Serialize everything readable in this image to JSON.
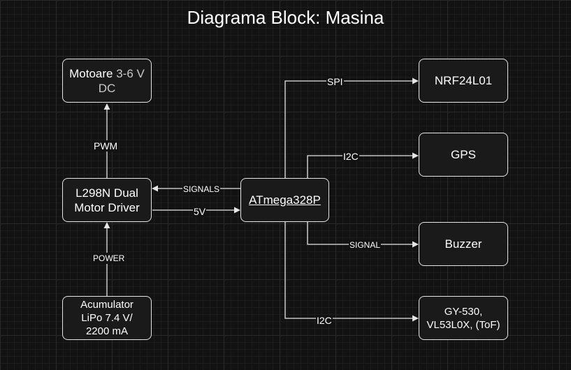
{
  "title": "Diagrama Block: Masina",
  "blocks": {
    "motors": {
      "line1a": "Motoare ",
      "line1b": "3-6 V",
      "line2": "DC"
    },
    "driver": {
      "line1": "L298N Dual",
      "line2": "Motor Driver"
    },
    "battery": {
      "line1": "Acumulator",
      "line2": "LiPo 7.4 V/",
      "line3": "2200 mA"
    },
    "mcu": {
      "label": "ATmega328P"
    },
    "nrf": {
      "label": "NRF24L01"
    },
    "gps": {
      "label": "GPS"
    },
    "buzzer": {
      "label": "Buzzer"
    },
    "sensors": {
      "line1": "GY-530,",
      "line2": "VL53L0X, (ToF)"
    }
  },
  "connections": {
    "pwm": "PWM",
    "power": "POWER",
    "signals": "SIGNALS",
    "v5": "5V",
    "spi": "SPI",
    "i2c_gps": "I2C",
    "signal": "SIGNAL",
    "i2c_sensors": "I2C"
  },
  "colors": {
    "background": "#121212",
    "stroke": "#e6e6e6",
    "text": "#ffffff"
  }
}
